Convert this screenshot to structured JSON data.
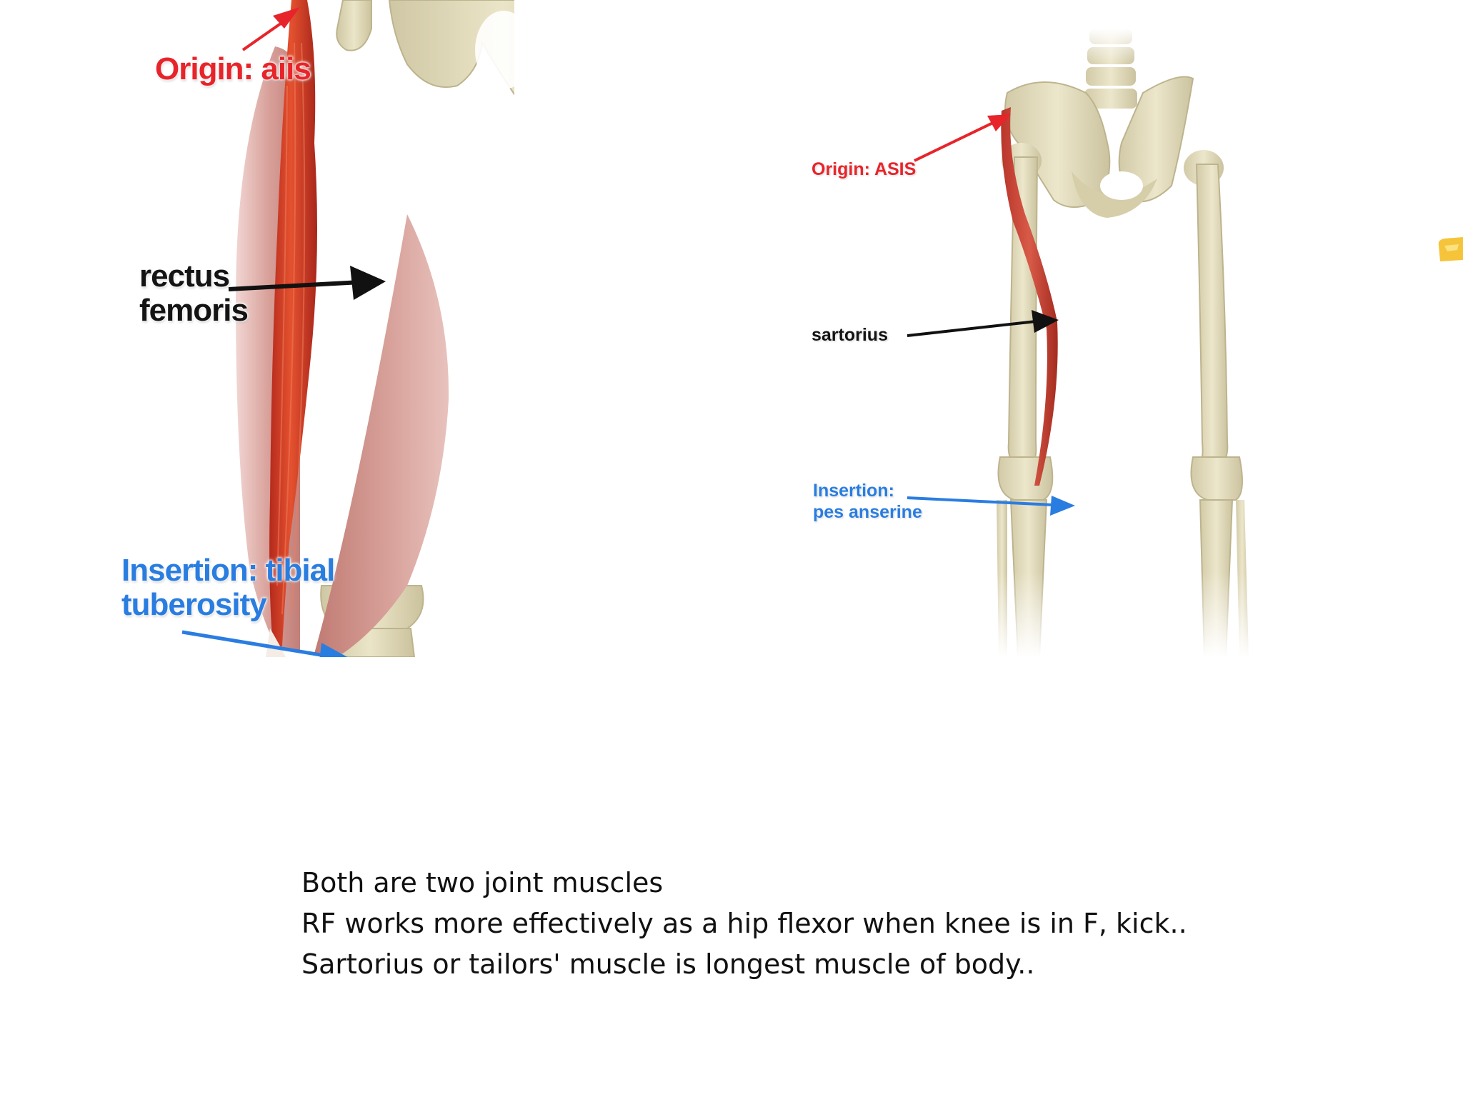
{
  "left_diagram": {
    "origin_label": "Origin: aiis",
    "muscle_label_line1": "rectus",
    "muscle_label_line2": "femoris",
    "insertion_label_line1": "Insertion: tibial",
    "insertion_label_line2": "tuberosity"
  },
  "right_diagram": {
    "origin_label": "Origin: ASIS",
    "muscle_label": "sartorius",
    "insertion_label_line1": "Insertion:",
    "insertion_label_line2": "pes anserine"
  },
  "caption": {
    "lines": [
      "Both are two joint muscles",
      "RF works more effectively as a hip flexor when knee is in F, kick..",
      "Sartorius or tailors' muscle is longest muscle of body.."
    ]
  },
  "colors": {
    "origin_red": "#e8242b",
    "insertion_blue": "#2a7de0",
    "muscle_label_black": "#141414",
    "bone": "#e3dcbd",
    "muscle": "#d4452e"
  },
  "icons": {
    "origin_arrow": "red-arrow-icon",
    "muscle_arrow": "black-arrow-icon",
    "insertion_arrow": "blue-arrow-icon",
    "edge_tab": "yellow-tab-icon"
  }
}
